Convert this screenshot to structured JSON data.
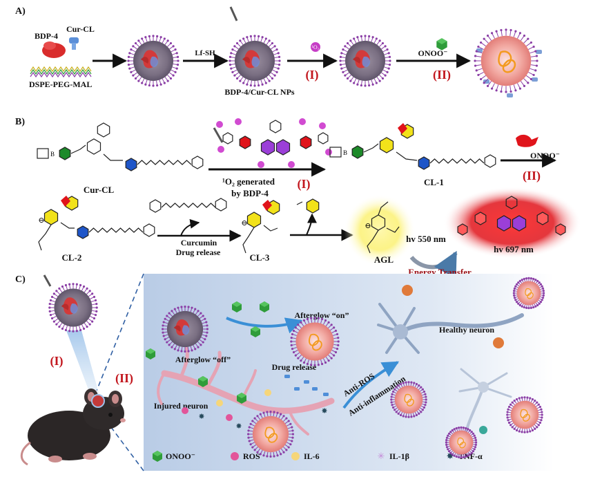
{
  "colors": {
    "accent_red": "#c2161d",
    "panel_blue": "#cfdcee",
    "np_purple": "#8b3fa6",
    "onoo_green": "#2f9c3a",
    "afterglow_red": "#e0141b",
    "mol_blue": "#1f56c8",
    "mol_green": "#1d8a2a",
    "mol_yellow": "#f2e21a"
  },
  "panelA": {
    "label": "A)",
    "bdp4": "BDP-4",
    "curcl": "Cur-CL",
    "dspe": "DSPE-PEG-MAL",
    "lfsh": "Lf-SH",
    "nps": "BDP-4/Cur-CL NPs",
    "singlet_oxygen": "¹O₂",
    "step1": "(I)",
    "onoo": "ONOO⁻",
    "step2": "(II)"
  },
  "panelB": {
    "label": "B)",
    "curcl": "Cur-CL",
    "o2_line1": "¹O₂ generated",
    "o2_line2": "by BDP-4",
    "step1": "(I)",
    "cl1": "CL-1",
    "onoo": "ONOO⁻",
    "step2": "(II)",
    "cl2": "CL-2",
    "curcumin": "Curcumin",
    "drug_release": "Drug release",
    "cl3": "CL-3",
    "agl": "AGL",
    "hv550": "hv 550 nm",
    "energy_transfer": "Energy Transfer",
    "hv697": "hv 697 nm"
  },
  "panelC": {
    "label": "C)",
    "step1": "(I)",
    "step2": "(II)",
    "afterglow_off": "Afterglow “off”",
    "afterglow_on": "Afterglow “on”",
    "healthy_neuron": "Healthy neuron",
    "drug_release": "Drug release",
    "anti_ros": "Anti-ROS",
    "anti_inflammation": "Anti-inflammation",
    "injured_neuron": "Injured neuron",
    "legend": [
      {
        "label": "ONOO⁻",
        "icon": "onoo-icon"
      },
      {
        "label": "ROS",
        "icon": "ros-icon"
      },
      {
        "label": "IL-6",
        "icon": "il6-icon"
      },
      {
        "label": "IL-1β",
        "icon": "il1b-icon"
      },
      {
        "label": "TNF-α",
        "icon": "tnfa-icon"
      }
    ]
  }
}
